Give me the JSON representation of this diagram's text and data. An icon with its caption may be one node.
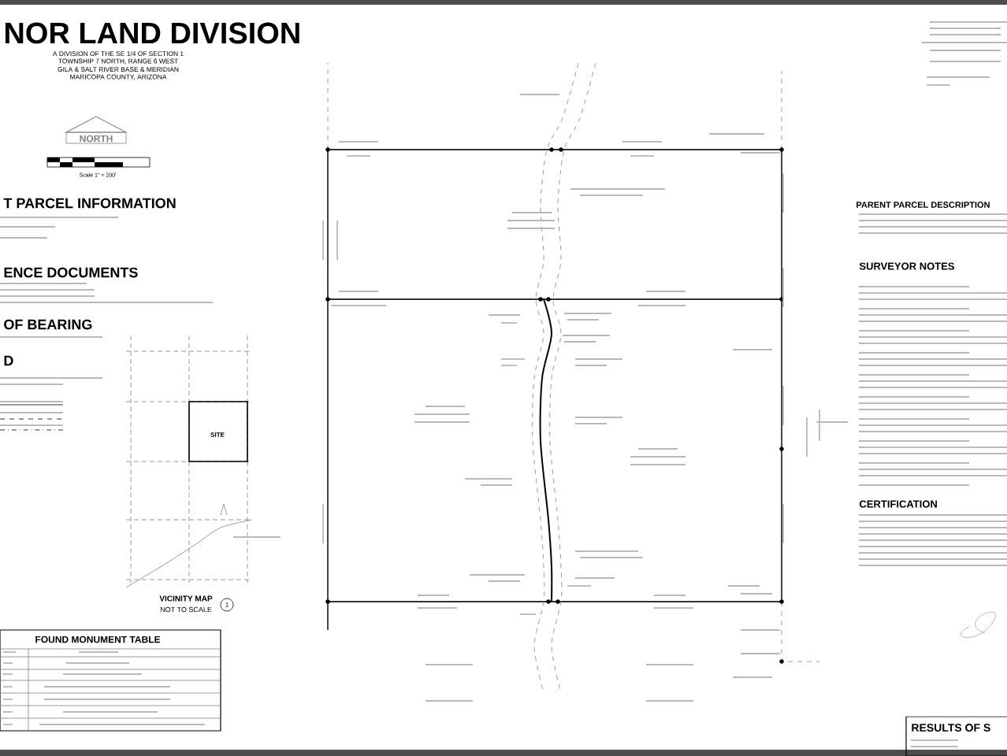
{
  "diagram": {
    "title": "NOR LAND DIVISION",
    "labels": [
      "A DIVISION OF THE SE 1/4 OF SECTION 1",
      "TOWNSHIP 7 NORTH, RANGE 6 WEST",
      "GILA & SALT RIVER BASE & MERIDIAN",
      "MARICOPA COUNTY, ARIZONA",
      "NORTH",
      "Scale 1\" = 200'",
      "T PARCEL INFORMATION",
      "ENCE DOCUMENTS",
      "OF BEARING",
      "D",
      "SITE",
      "VICINITY MAP",
      "NOT TO SCALE",
      "1",
      "FOUND MONUMENT TABLE",
      "PARENT PARCEL DESCRIPTION",
      "SURVEYOR NOTES",
      "CERTIFICATION",
      "RESULTS OF S"
    ]
  }
}
